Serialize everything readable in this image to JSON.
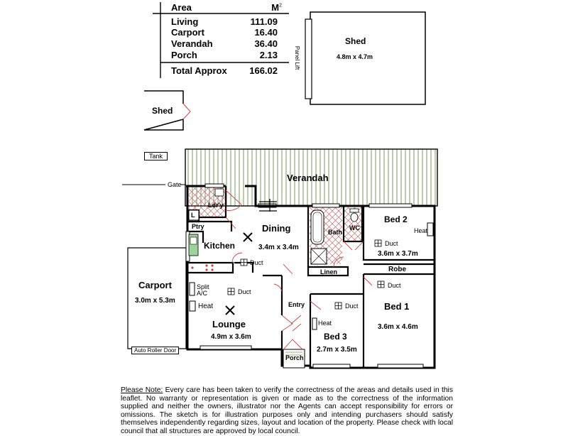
{
  "area_table": {
    "header_label": "Area",
    "unit": "M",
    "unit_sup": "2",
    "rows": [
      {
        "label": "Living",
        "value": "111.09"
      },
      {
        "label": "Carport",
        "value": "16.40"
      },
      {
        "label": "Verandah",
        "value": "36.40"
      },
      {
        "label": "Porch",
        "value": "2.13"
      }
    ],
    "total": {
      "label": "Total Approx",
      "value": "166.02"
    }
  },
  "shed_large": {
    "label": "Shed",
    "size": "4.8m x 4.7m",
    "panel_lift": "Panel Lift"
  },
  "shed_small": {
    "label": "Shed"
  },
  "tank": {
    "label": "Tank"
  },
  "gate": {
    "label": "Gate"
  },
  "auto_roller_door": {
    "label": "Auto Roller Door"
  },
  "rooms": {
    "verandah": {
      "label": "Verandah"
    },
    "laundry": {
      "label": "Ldr'y"
    },
    "linen_small": {
      "label": "L"
    },
    "pantry": {
      "label": "Ptry"
    },
    "kitchen": {
      "label": "Kitchen"
    },
    "dining": {
      "label": "Dining",
      "size": "3.4m x 3.4m"
    },
    "bath": {
      "label": "Bath"
    },
    "wc": {
      "label": "WC"
    },
    "linen": {
      "label": "Linen"
    },
    "bed2": {
      "label": "Bed 2",
      "size": "3.6m x 3.7m"
    },
    "robe": {
      "label": "Robe"
    },
    "bed1": {
      "label": "Bed 1",
      "size": "3.6m x 4.6m"
    },
    "entry": {
      "label": "Entry"
    },
    "bed3": {
      "label": "Bed 3",
      "size": "2.7m x 3.5m"
    },
    "lounge": {
      "label": "Lounge",
      "size": "4.9m x 3.6m"
    },
    "carport": {
      "label": "Carport",
      "size": "3.0m x 5.3m"
    },
    "porch": {
      "label": "Porch"
    }
  },
  "fixtures": {
    "duct": "Duct",
    "heat": "Heat",
    "split_ac_line1": "Split",
    "split_ac_line2": "A/C"
  },
  "note": {
    "heading": "Please Note:",
    "text": "Every care has been taken to verify the correctness of the areas and details used in this leaflet. No warranty or representation is given or made as to the correctness of the information supplied and neither the owners, illustrator nor the Agents can accept responsibility for errors or omissions. The sketch is for illustration purposes only and intending purchasers should satisfy themselves independently regarding sizes, layout and location of the property. Please check with local council that all structures are approved by local council."
  }
}
